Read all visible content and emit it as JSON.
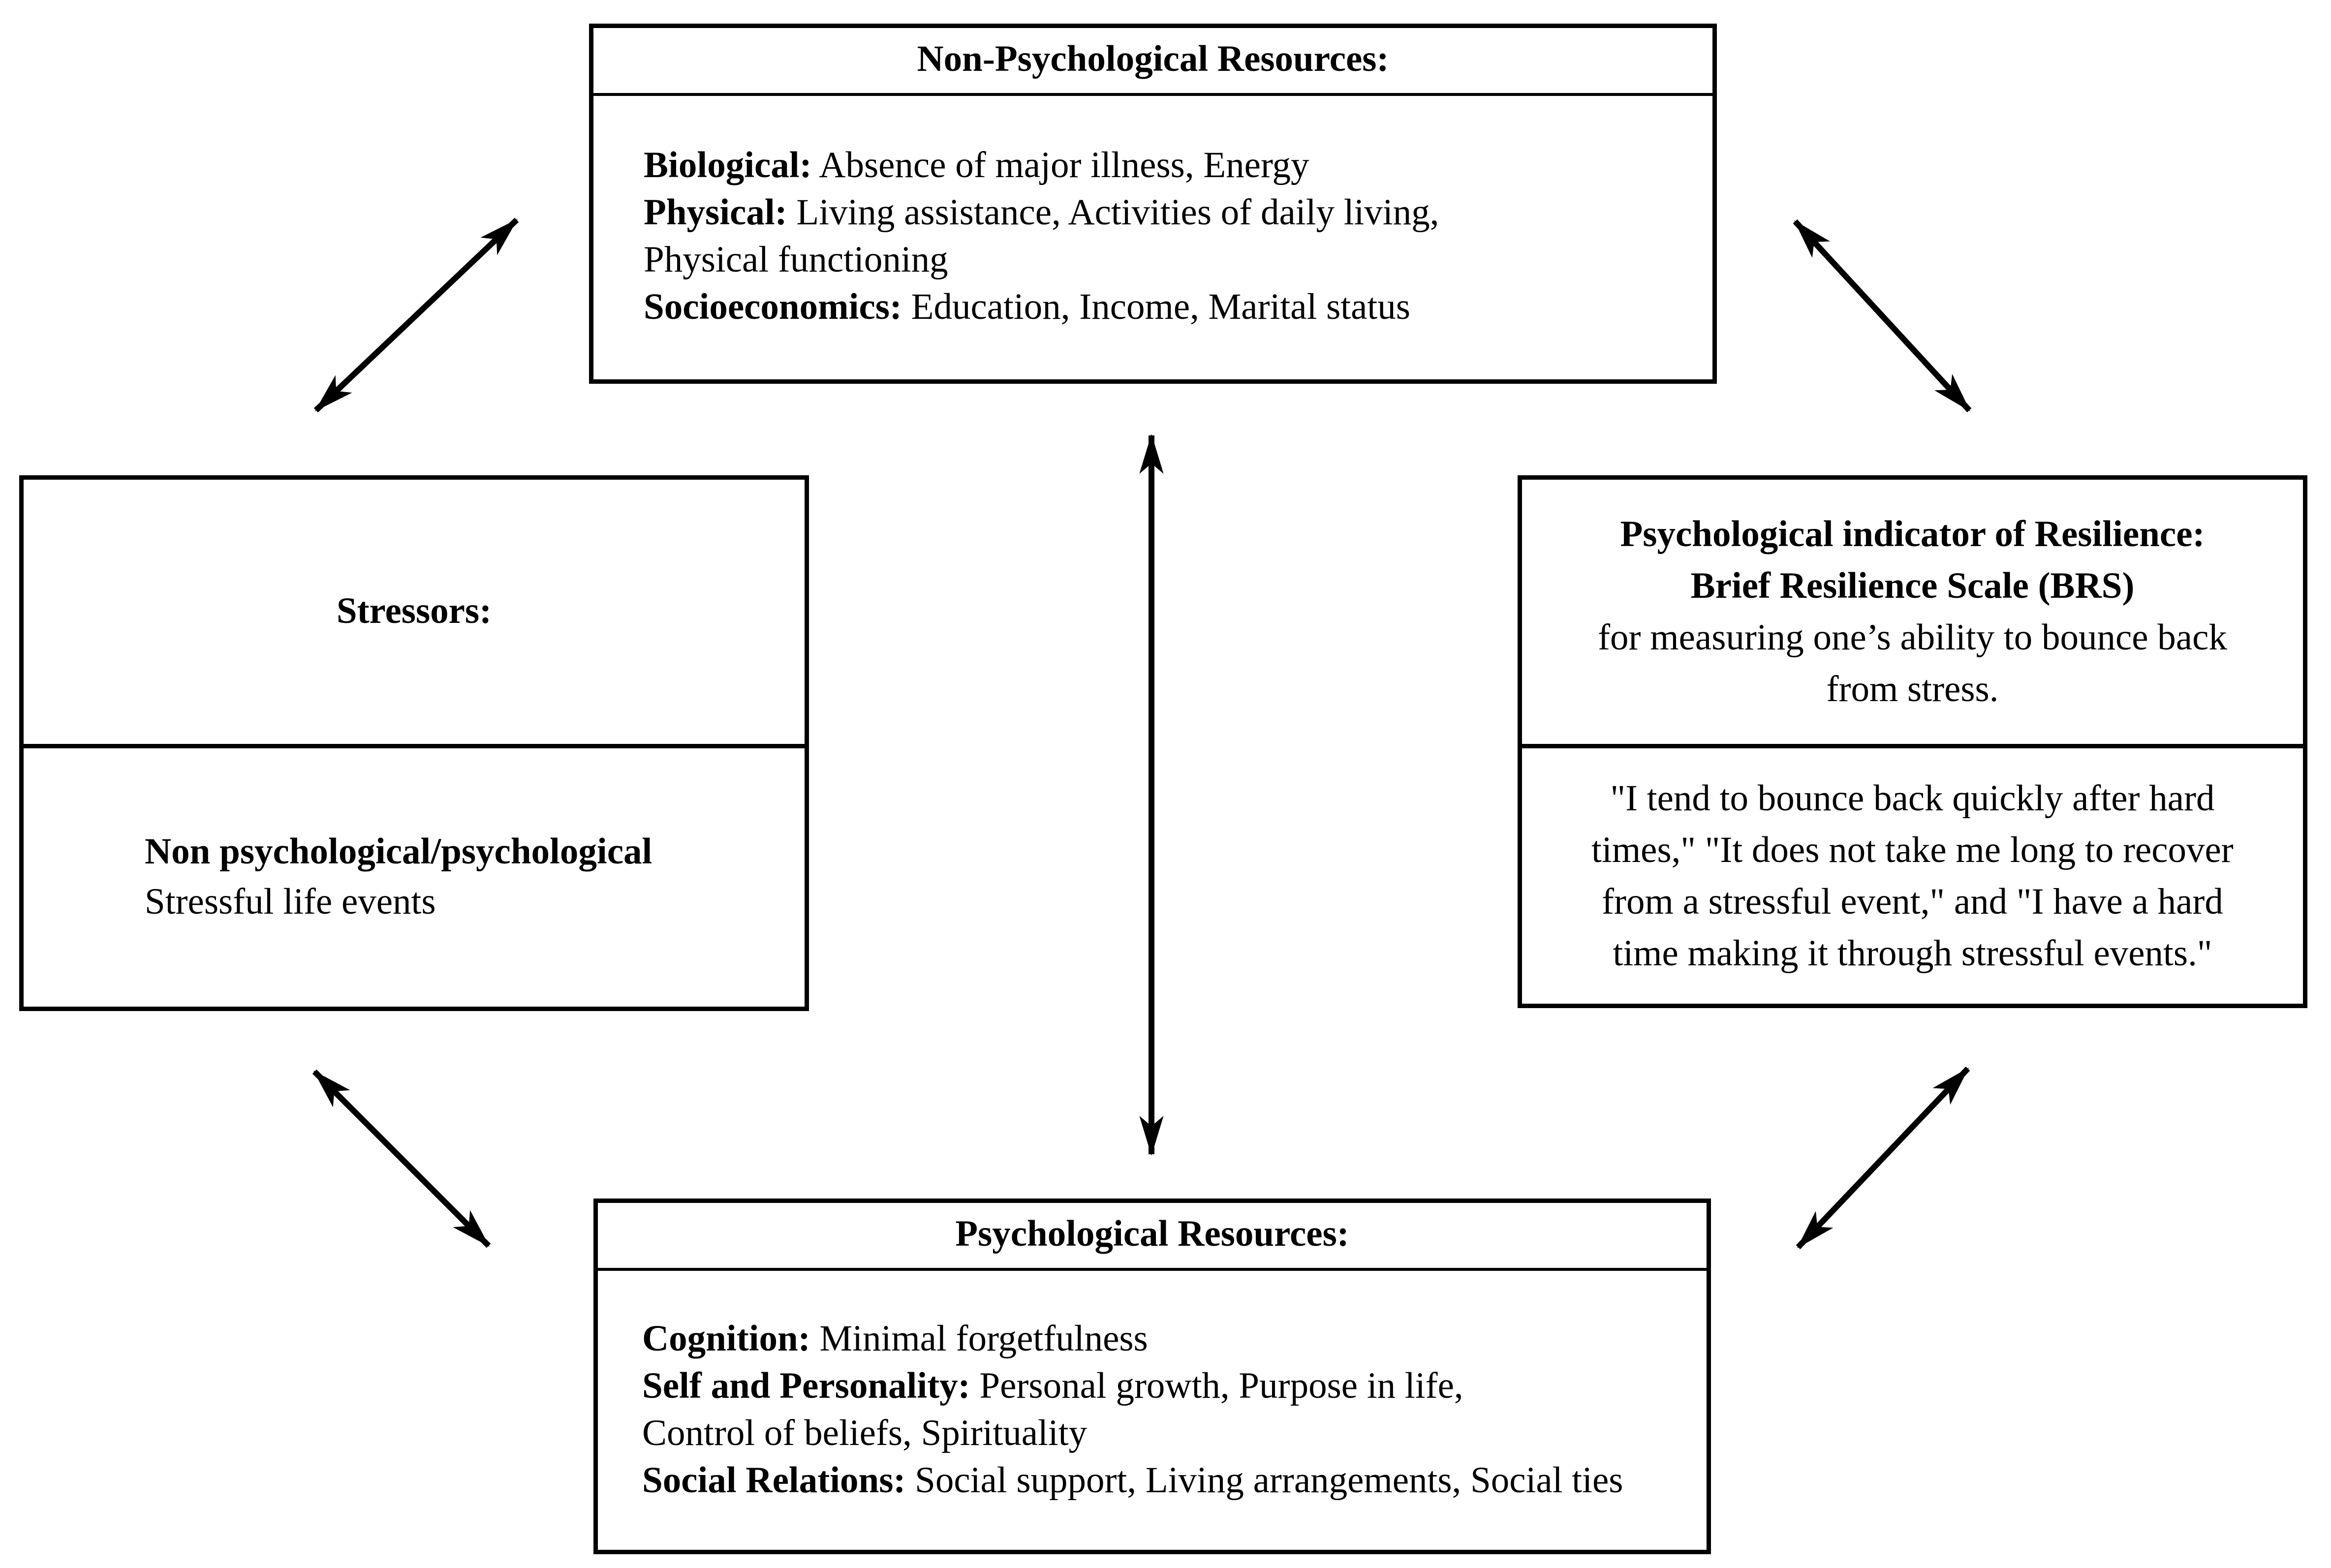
{
  "figure": {
    "background": "#ffffff",
    "ink": "#000000"
  },
  "boxes": {
    "non_psychological_resources": {
      "title": "Non-Psychological Resources:",
      "lines": [
        {
          "label": "Biological:",
          "text": " Absence of major illness, Energy"
        },
        {
          "label": "Physical:",
          "text": " Living assistance, Activities of daily living,"
        },
        {
          "label": "",
          "text": "Physical functioning"
        },
        {
          "label": "Socioeconomics:",
          "text": " Education, Income, Marital status"
        }
      ]
    },
    "stressors": {
      "title": "Stressors:",
      "lines": [
        {
          "label": "Non psychological/psychological",
          "text": ""
        },
        {
          "label": "",
          "text": "Stressful life events"
        }
      ]
    },
    "resilience_indicator": {
      "title_lines": [
        {
          "bold": true,
          "text": "Psychological indicator of Resilience:"
        },
        {
          "bold": true,
          "text": "Brief Resilience Scale (BRS)"
        },
        {
          "bold": false,
          "text": "for measuring one’s ability to bounce back"
        },
        {
          "bold": false,
          "text": "from stress."
        }
      ],
      "quote_lines": [
        "\"I tend to bounce back quickly after hard",
        "times,\" \"It does not take me long to recover",
        "from a stressful event,\" and \"I have a hard",
        "time making it through stressful events.\""
      ]
    },
    "psychological_resources": {
      "title": "Psychological Resources:",
      "lines": [
        {
          "label": "Cognition:",
          "text": " Minimal forgetfulness"
        },
        {
          "label": "Self and Personality:",
          "text": " Personal growth, Purpose in life,"
        },
        {
          "label": "",
          "text": "Control of beliefs, Spirituality"
        },
        {
          "label": "Social Relations:",
          "text": " Social support, Living arrangements, Social ties"
        }
      ]
    }
  },
  "arrows": [
    {
      "name": "arrow-stressors-nonpsych",
      "between": [
        "Stressors",
        "Non-Psychological Resources"
      ],
      "bidirectional": true
    },
    {
      "name": "arrow-nonpsych-resilience",
      "between": [
        "Non-Psychological Resources",
        "Psychological indicator of Resilience"
      ],
      "bidirectional": true
    },
    {
      "name": "arrow-nonpsych-psych",
      "between": [
        "Non-Psychological Resources",
        "Psychological Resources"
      ],
      "bidirectional": true
    },
    {
      "name": "arrow-stressors-psych",
      "between": [
        "Stressors",
        "Psychological Resources"
      ],
      "bidirectional": true
    },
    {
      "name": "arrow-psych-resilience",
      "between": [
        "Psychological Resources",
        "Psychological indicator of Resilience"
      ],
      "bidirectional": true
    }
  ]
}
